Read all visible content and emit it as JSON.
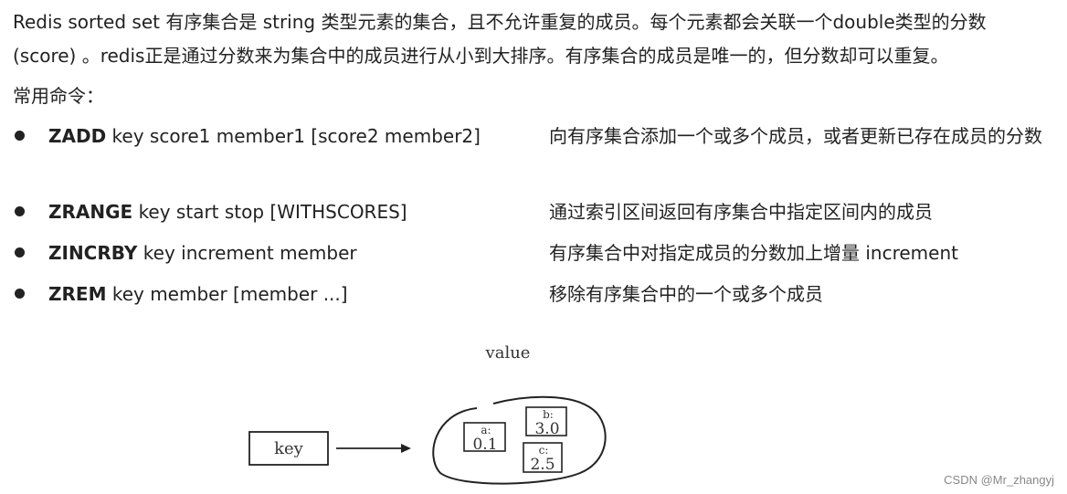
{
  "intro": {
    "line1": "Redis sorted set 有序集合是 string 类型元素的集合，且不允许重复的成员。每个元素都会关联一个double类型的分数",
    "line2": "(score) 。redis正是通过分数来为集合中的成员进行从小到大排序。有序集合的成员是唯一的，但分数却可以重复。"
  },
  "common_label": "常用命令：",
  "commands": [
    {
      "keyword": "ZADD",
      "args": "key score1 member1 [score2 member2]",
      "desc": "向有序集合添加一个或多个成员，或者更新已存在成员的分数"
    },
    {
      "keyword": "ZRANGE",
      "args": "key start stop [WITHSCORES]",
      "desc": "通过索引区间返回有序集合中指定区间内的成员"
    },
    {
      "keyword": "ZINCRBY",
      "args": "key increment member",
      "desc": "有序集合中对指定成员的分数加上增量 increment"
    },
    {
      "keyword": "ZREM",
      "args": "key member [member ...]",
      "desc": "移除有序集合中的一个或多个成员"
    }
  ],
  "diagram": {
    "value_label": "value",
    "key_label": "key",
    "members": [
      {
        "name": "a:",
        "score": "0.1"
      },
      {
        "name": "b:",
        "score": "3.0"
      },
      {
        "name": "c:",
        "score": "2.5"
      }
    ]
  },
  "watermark": "CSDN @Mr_zhangyj"
}
